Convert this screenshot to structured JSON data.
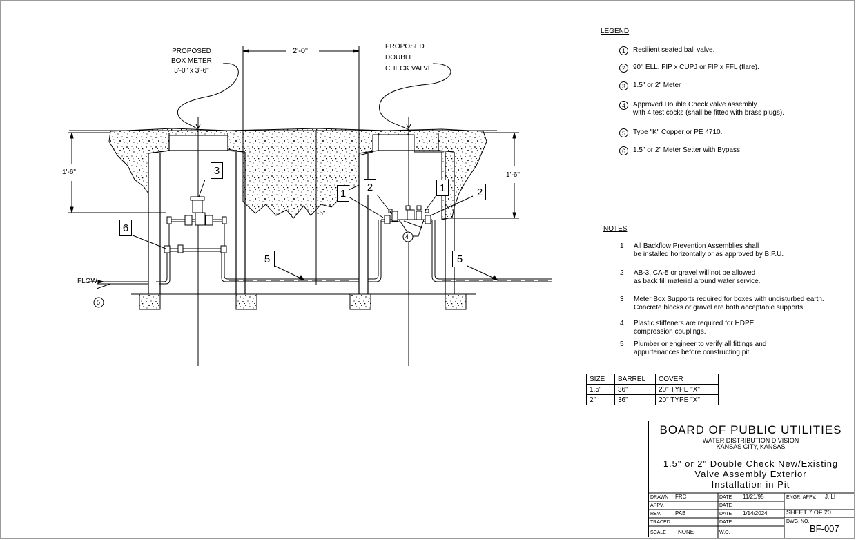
{
  "labels": {
    "proposed_box_meter": "PROPOSED\nBOX METER\n3'-0\" x 3'-6\"",
    "proposed_double_check": "PROPOSED\nDOUBLE\nCHECK VALVE",
    "dim_top": "2'-0\"",
    "dim_left": "1'-6\"",
    "dim_right": "1'-6\"",
    "dim_center": "-6\"",
    "flow": "FLOW",
    "flow_circle": "5"
  },
  "callouts": [
    "3",
    "6",
    "1",
    "2",
    "1",
    "2",
    "5",
    "5"
  ],
  "circle4": "4",
  "legend": {
    "title": "LEGEND",
    "items": [
      {
        "n": "1",
        "text": "Resilient seated ball valve."
      },
      {
        "n": "2",
        "text": "90° ELL, FIP x CUPJ or FIP x FFL (flare)."
      },
      {
        "n": "3",
        "text": "1.5\" or 2\" Meter"
      },
      {
        "n": "4",
        "text": "Approved Double Check valve assembly\nwith 4 test cocks (shall be fitted with brass plugs)."
      },
      {
        "n": "5",
        "text": "Type \"K\" Copper or PE 4710."
      },
      {
        "n": "6",
        "text": "1.5\" or 2\" Meter Setter with Bypass"
      }
    ]
  },
  "notes": {
    "title": "NOTES",
    "items": [
      {
        "n": "1",
        "text": "All Backflow Prevention Assemblies shall\n  be installed horizontally or as approved by B.P.U."
      },
      {
        "n": "2",
        "text": "AB-3, CA-5 or gravel will not be allowed\nas back fill material around water service."
      },
      {
        "n": "3",
        "text": "Meter Box Supports required for boxes with undisturbed earth.\nConcrete blocks or gravel are both acceptable supports."
      },
      {
        "n": "4",
        "text": "Plastic stiffeners are required for HDPE\ncompression couplings."
      },
      {
        "n": "5",
        "text": "Plumber or engineer to verify all fittings and\nappurtenances before constructing pit."
      }
    ]
  },
  "size_table": {
    "headers": [
      "SIZE",
      "BARREL",
      "COVER"
    ],
    "rows": [
      [
        "1.5\"",
        "36\"",
        "20\" TYPE \"X\""
      ],
      [
        "2\"",
        "36\"",
        "20\" TYPE \"X\""
      ]
    ]
  },
  "title_block": {
    "org": "BOARD OF PUBLIC UTILITIES",
    "division": "WATER DISTRIBUTION DIVISION",
    "city": "KANSAS CITY, KANSAS",
    "title": "1.5\" or 2\" Double Check New/Existing\nValve Assembly Exterior\nInstallation in Pit",
    "drawn_label": "DRAWN",
    "drawn": "FRC",
    "date1_label": "DATE",
    "date1": "11/21/95",
    "engr_label": "ENGR. APPV.",
    "engr": "J. LI",
    "appv_label": "APPV.",
    "date2_label": "DATE",
    "rev_label": "REV.",
    "rev": "PAB",
    "date3_label": "DATE",
    "date3": "1/14/2024",
    "sheet": "SHEET 7 OF 20",
    "traced_label": "TRACED",
    "date4_label": "DATE",
    "dwg_label": "DWG. NO.",
    "dwg": "BF-007",
    "scale_label": "SCALE",
    "scale": "NONE",
    "wo_label": "W.O."
  }
}
